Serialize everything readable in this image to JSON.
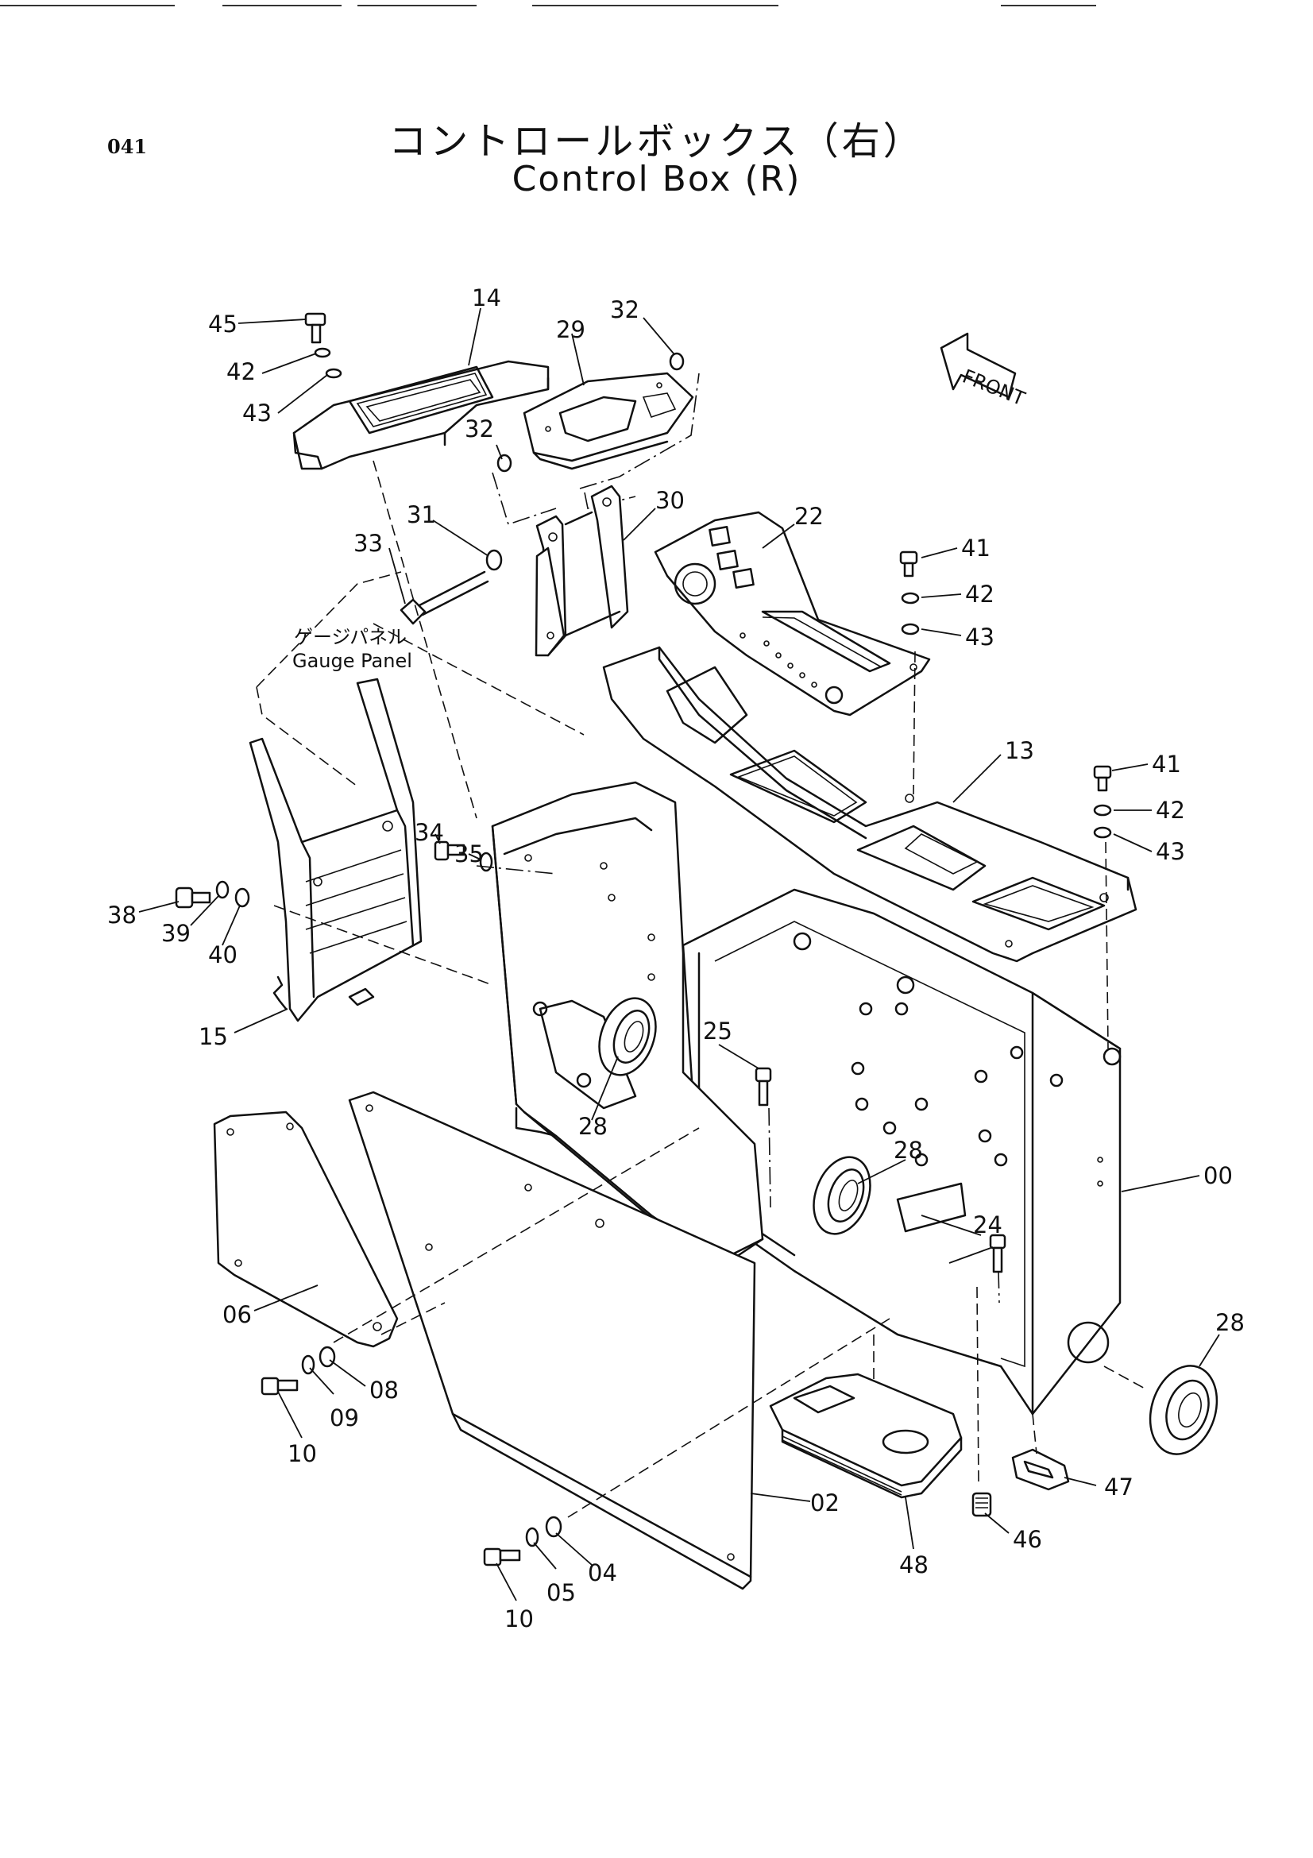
{
  "page": {
    "number": "041"
  },
  "title": {
    "japanese": "コントロールボックス（右）",
    "english": "Control Box (R)"
  },
  "front_mark": "FRONT",
  "gauge_panel": {
    "japanese": "ゲージパネル",
    "english": "Gauge Panel"
  },
  "callouts": [
    {
      "id": "c45",
      "text": "45"
    },
    {
      "id": "c14",
      "text": "14"
    },
    {
      "id": "c32a",
      "text": "32"
    },
    {
      "id": "c29",
      "text": "29"
    },
    {
      "id": "c42a",
      "text": "42"
    },
    {
      "id": "c43a",
      "text": "43"
    },
    {
      "id": "c32b",
      "text": "32"
    },
    {
      "id": "c31",
      "text": "31"
    },
    {
      "id": "c30",
      "text": "30"
    },
    {
      "id": "c22",
      "text": "22"
    },
    {
      "id": "c33",
      "text": "33"
    },
    {
      "id": "c41a",
      "text": "41"
    },
    {
      "id": "c42b",
      "text": "42"
    },
    {
      "id": "c43b",
      "text": "43"
    },
    {
      "id": "c13",
      "text": "13"
    },
    {
      "id": "c41b",
      "text": "41"
    },
    {
      "id": "c42c",
      "text": "42"
    },
    {
      "id": "c43c",
      "text": "43"
    },
    {
      "id": "c34",
      "text": "34"
    },
    {
      "id": "c35",
      "text": "35"
    },
    {
      "id": "c38",
      "text": "38"
    },
    {
      "id": "c39",
      "text": "39"
    },
    {
      "id": "c40",
      "text": "40"
    },
    {
      "id": "c15",
      "text": "15"
    },
    {
      "id": "c25",
      "text": "25"
    },
    {
      "id": "c28a",
      "text": "28"
    },
    {
      "id": "c28b",
      "text": "28"
    },
    {
      "id": "c00",
      "text": "00"
    },
    {
      "id": "c24",
      "text": "24"
    },
    {
      "id": "c28c",
      "text": "28"
    },
    {
      "id": "c06",
      "text": "06"
    },
    {
      "id": "c08",
      "text": "08"
    },
    {
      "id": "c09",
      "text": "09"
    },
    {
      "id": "c10a",
      "text": "10"
    },
    {
      "id": "c02",
      "text": "02"
    },
    {
      "id": "c47",
      "text": "47"
    },
    {
      "id": "c46",
      "text": "46"
    },
    {
      "id": "c48",
      "text": "48"
    },
    {
      "id": "c04",
      "text": "04"
    },
    {
      "id": "c05",
      "text": "05"
    },
    {
      "id": "c10b",
      "text": "10"
    }
  ]
}
